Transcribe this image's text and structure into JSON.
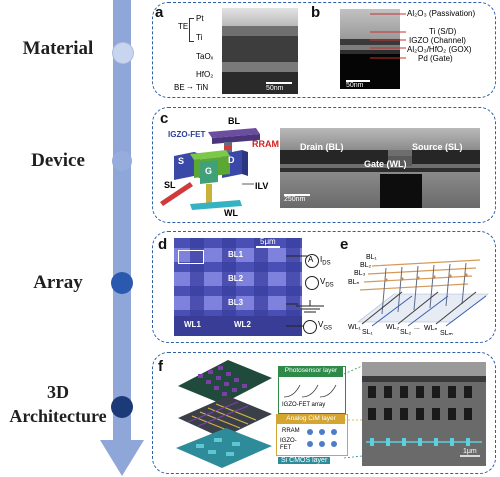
{
  "colors": {
    "arrow": "#8fa6d8",
    "panel_border": "#2d5fa8",
    "dot_material": "#bcc9e7",
    "dot_device": "#8ea7da",
    "dot_array": "#2b59b0",
    "dot_3d": "#1d3a78"
  },
  "stages": {
    "material": "Material",
    "device": "Device",
    "array": "Array",
    "architecture": "3D Architecture"
  },
  "panel_a": {
    "label": "a",
    "te": "TE",
    "pt": "Pt",
    "ti": "Ti",
    "taox": "TaOₓ",
    "hfo2": "HfO₂",
    "be": "BE",
    "tin": "TiN",
    "scale": "50nm"
  },
  "panel_b": {
    "label": "b",
    "layers": [
      "Al₂O₃ (Passivation)",
      "Ti (S/D)",
      "IGZO (Channel)",
      "Al₂O₃/HfO₂ (GOX)",
      "Pd (Gate)"
    ],
    "scale": "50nm"
  },
  "panel_c": {
    "label": "c",
    "title": "IGZO-FET",
    "bl": "BL",
    "rram": "RRAM",
    "s": "S",
    "d": "D",
    "g": "G",
    "sl": "SL",
    "ilv": "ILV",
    "wl": "WL",
    "drain": "Drain (BL)",
    "source": "Source (SL)",
    "gate": "Gate (WL)",
    "scale": "250nm"
  },
  "panel_d": {
    "label": "d",
    "scale": "5μm",
    "bl1": "BL1",
    "bl2": "BL2",
    "bl3": "BL3",
    "wl1": "WL1",
    "wl2": "WL2",
    "ammeter": "A",
    "ids": "I",
    "ids_sub": "DS",
    "vds": "V",
    "vds_sub": "DS",
    "vgs": "V",
    "vgs_sub": "GS"
  },
  "panel_e": {
    "label": "e",
    "bl_labels": [
      "BL₁",
      "BL₂",
      "BL₃",
      "BLₙ"
    ],
    "wl_labels": [
      "WL₁",
      "WL₂",
      "WLₙ"
    ],
    "sl_labels": [
      "SL₁",
      "SL₂",
      "SLₘ"
    ],
    "ellipsis": "..."
  },
  "panel_f": {
    "label": "f",
    "photosensor": "Photosensor layer",
    "igzo_array": "IGZO-FET array",
    "analog": "Analog CiM layer",
    "rram": "RRAM",
    "igzo_fet": "IGZO-FET",
    "cmos": "Si CMOS layer",
    "scale": "1μm"
  }
}
